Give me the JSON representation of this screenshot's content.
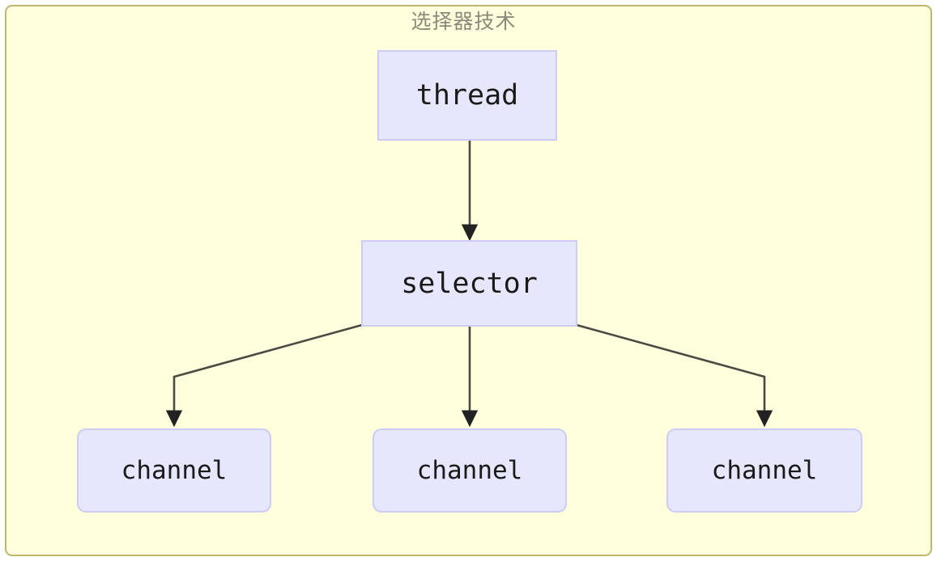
{
  "diagram": {
    "title": "选择器技术",
    "title_color": "#8a8a7a",
    "frame": {
      "background_color": "#ffffdd",
      "border_color": "#bdb76b"
    },
    "node_style": {
      "fill_color": "#e6e6fd",
      "border_color": "#ccccf5",
      "text_color": "#1a1a1a"
    },
    "edge_color": "#333333",
    "nodes": [
      {
        "id": "thread",
        "label": "thread",
        "shape": "rectangle"
      },
      {
        "id": "selector",
        "label": "selector",
        "shape": "rectangle"
      },
      {
        "id": "channel-0",
        "label": "channel",
        "shape": "rounded-rectangle"
      },
      {
        "id": "channel-1",
        "label": "channel",
        "shape": "rounded-rectangle"
      },
      {
        "id": "channel-2",
        "label": "channel",
        "shape": "rounded-rectangle"
      }
    ],
    "edges": [
      {
        "from": "thread",
        "to": "channel-placeholder-unused",
        "label": ""
      }
    ],
    "connections": [
      {
        "from": "thread",
        "to": "selector"
      },
      {
        "from": "selector",
        "to": "channel-0"
      },
      {
        "from": "selector",
        "to": "channel-1"
      },
      {
        "from": "selector",
        "to": "channel-2"
      }
    ]
  }
}
